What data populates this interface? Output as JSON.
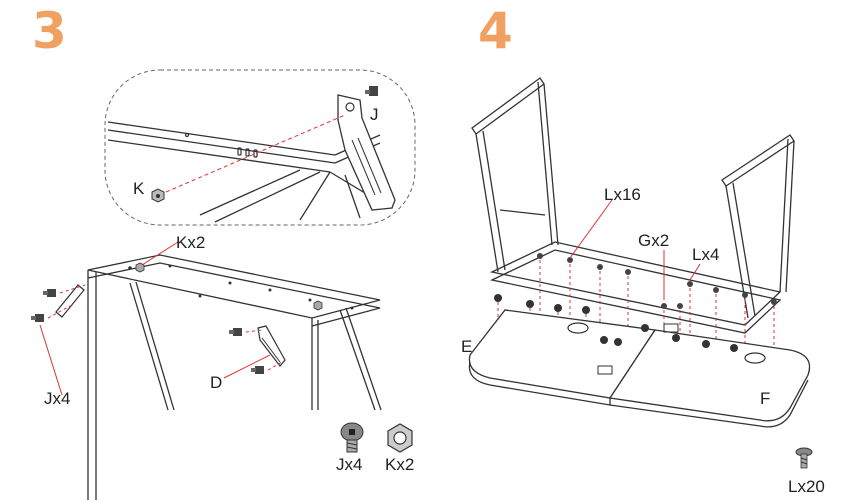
{
  "accent_color": "#F0A060",
  "step3": {
    "number": "3",
    "labels": {
      "K": "K",
      "J": "J",
      "Kx2_top": "Kx2",
      "Jx4_side": "Jx4",
      "D": "D",
      "Jx4_legend": "Jx4",
      "Kx2_legend": "Kx2"
    },
    "icons": [
      "bolt-icon",
      "nut-icon"
    ]
  },
  "step4": {
    "number": "4",
    "labels": {
      "Lx16": "Lx16",
      "Gx2": "Gx2",
      "Lx4": "Lx4",
      "E": "E",
      "F": "F",
      "Lx20": "Lx20"
    },
    "icons": [
      "screw-icon"
    ]
  }
}
